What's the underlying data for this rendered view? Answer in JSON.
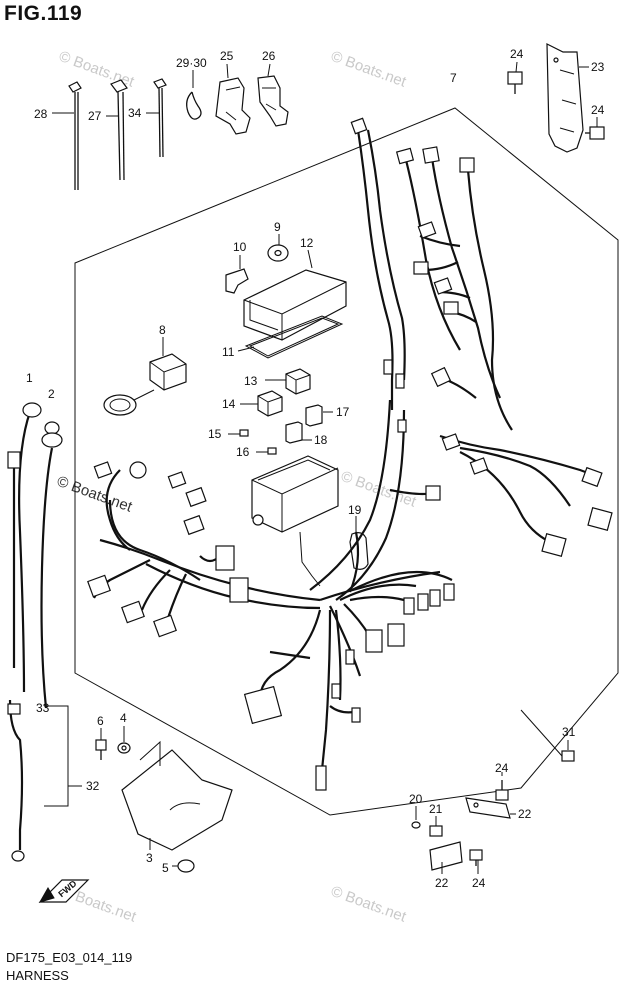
{
  "figure": {
    "title": "FIG.119",
    "code": "DF175_E03_014_119",
    "caption": "HARNESS"
  },
  "watermark": "© Boats.net",
  "fwd_arrow_label": "FWD",
  "colors": {
    "line": "#111111",
    "background": "#ffffff",
    "watermark": "#c9c9c9"
  },
  "callouts": {
    "c1": "1",
    "c2": "2",
    "c3": "3",
    "c4": "4",
    "c5": "5",
    "c6": "6",
    "c7": "7",
    "c8": "8",
    "c9": "9",
    "c10": "10",
    "c11": "11",
    "c12": "12",
    "c13": "13",
    "c14": "14",
    "c15": "15",
    "c16": "16",
    "c17": "17",
    "c18": "18",
    "c19": "19",
    "c20": "20",
    "c21": "21",
    "c22a": "22",
    "c22b": "22",
    "c23": "23",
    "c24a": "24",
    "c24b": "24",
    "c24c": "24",
    "c24d": "24",
    "c25": "25",
    "c26": "26",
    "c27": "27",
    "c28": "28",
    "c2930": "29·30",
    "c31": "31",
    "c32": "32",
    "c33": "33",
    "c34": "34"
  }
}
